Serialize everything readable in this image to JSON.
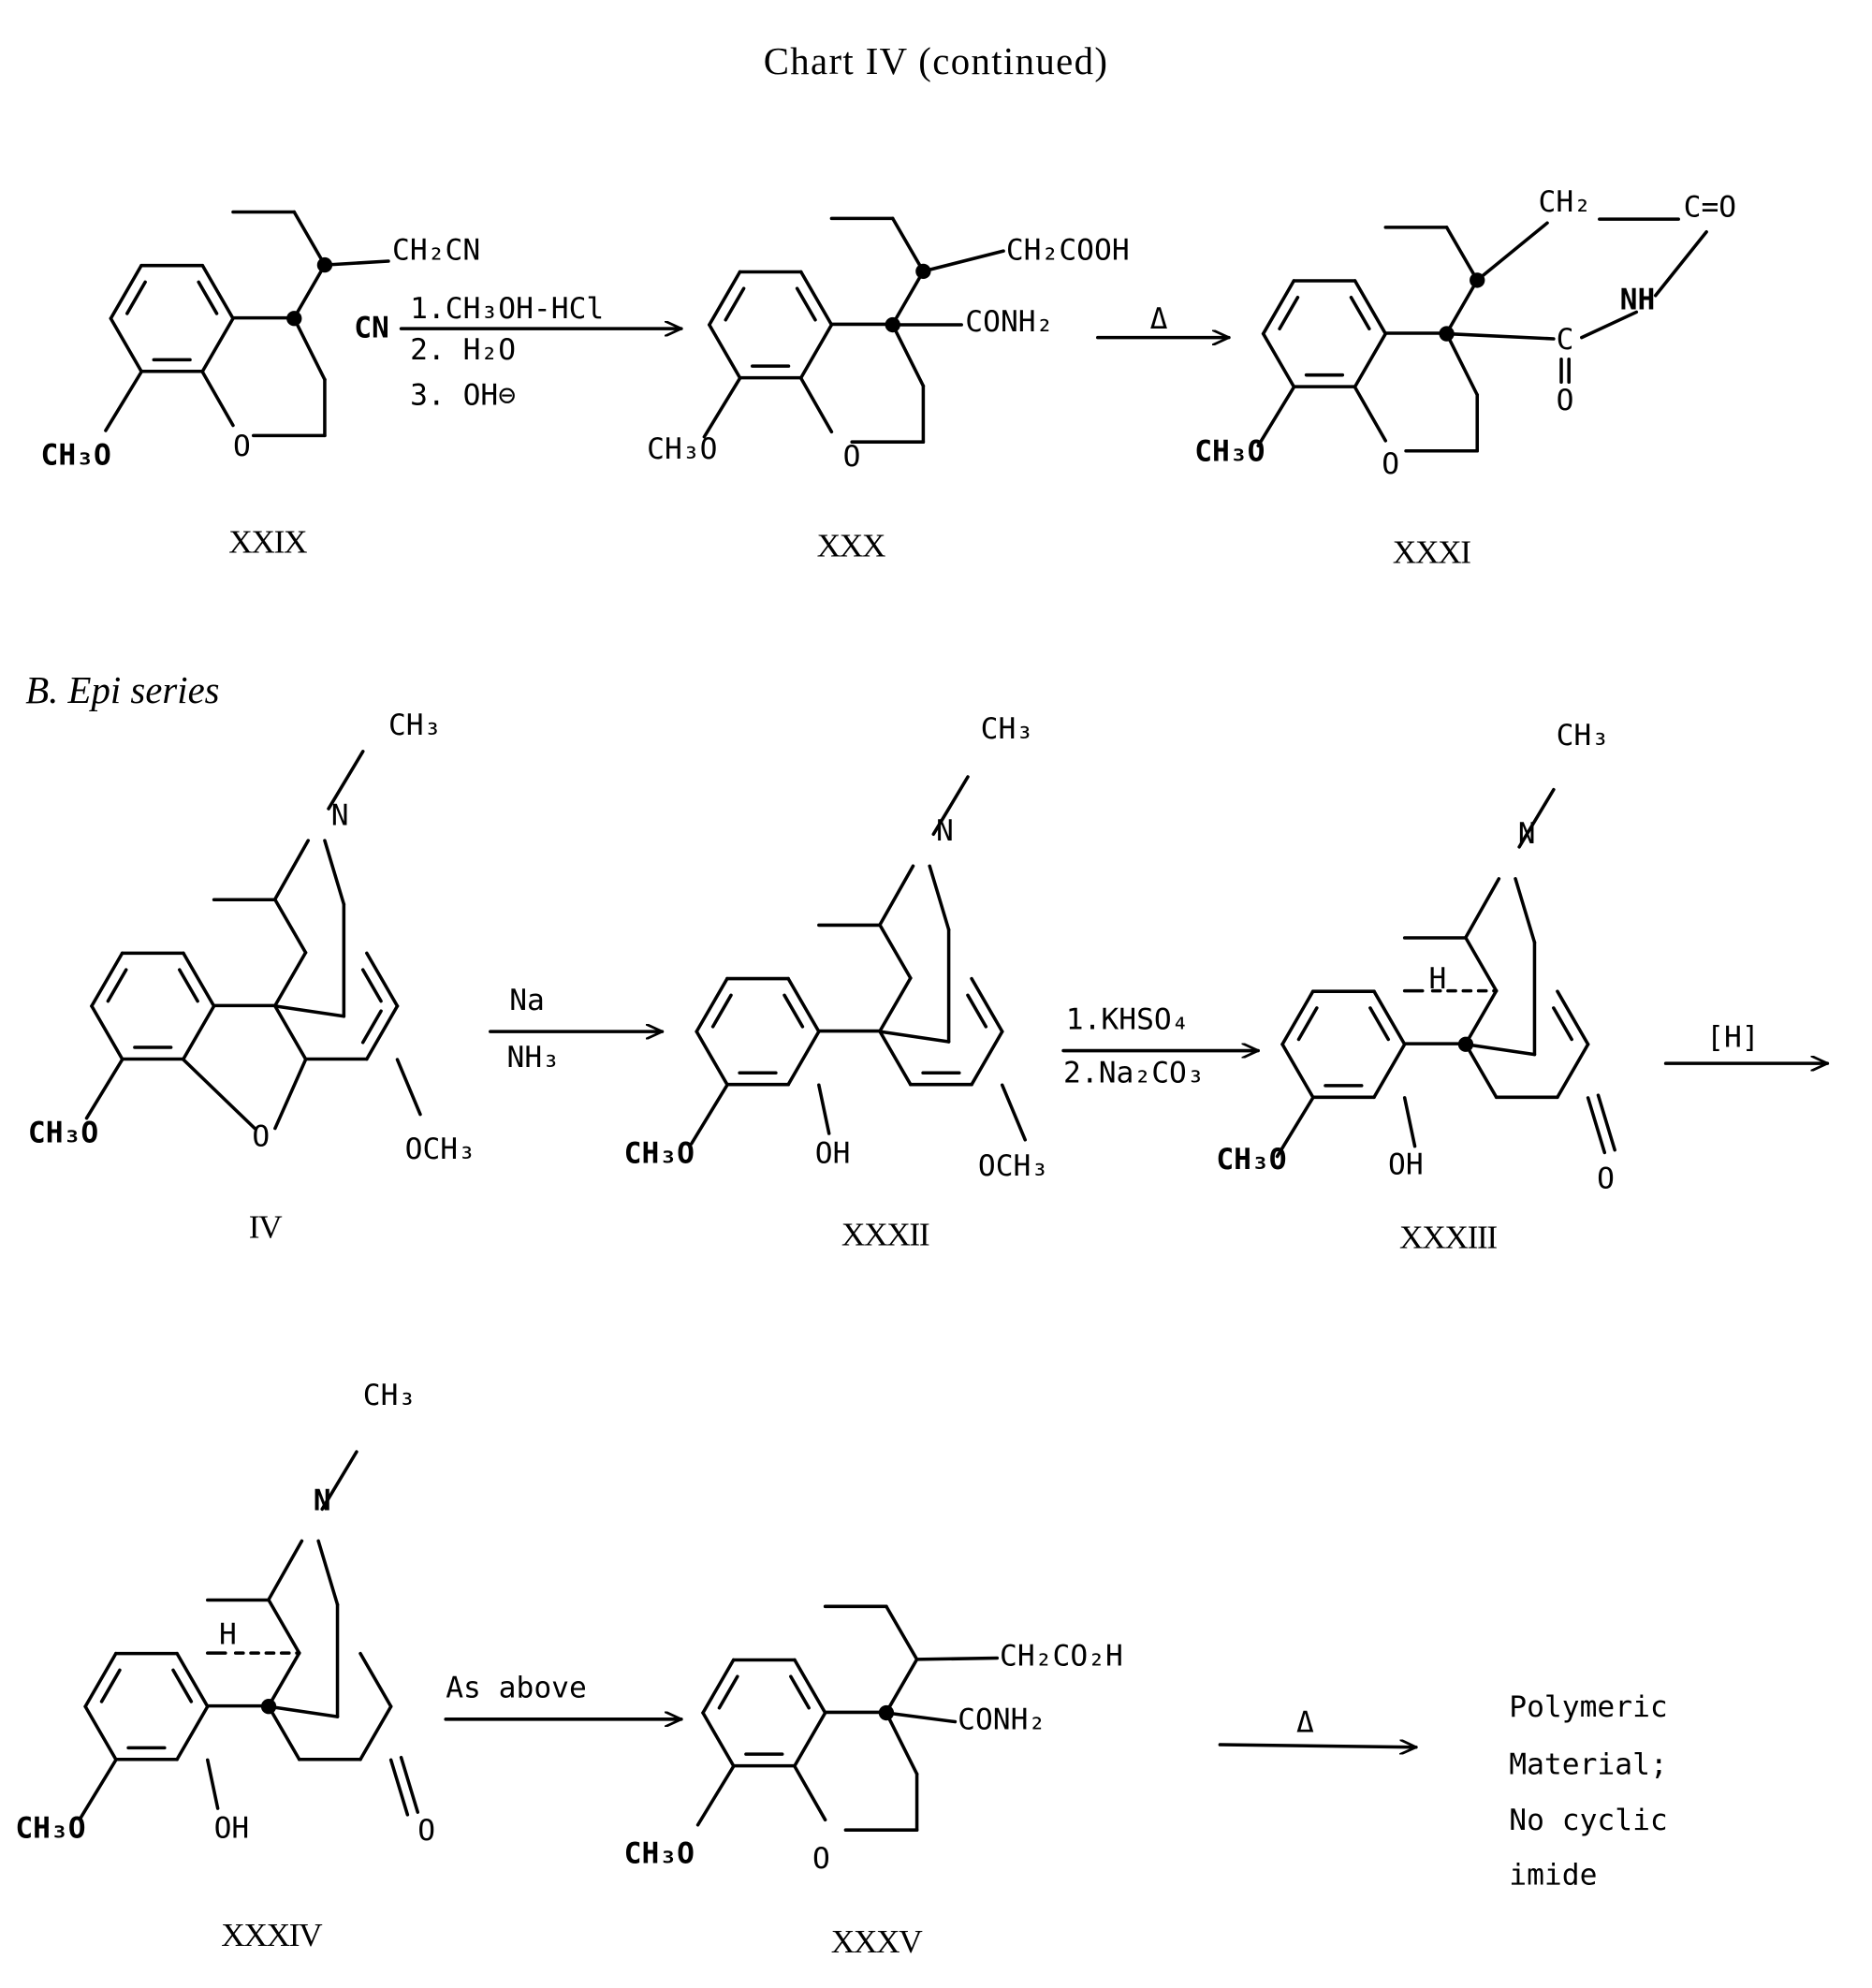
{
  "title": "Chart IV (continued)",
  "section": "B. Epi series",
  "compounds": {
    "xxix": {
      "label": "XXIX",
      "sub1": "CH₂CN",
      "sub2": "CN",
      "ome": "CH₃O",
      "o": "O"
    },
    "xxx": {
      "label": "XXX",
      "sub1": "CH₂COOH",
      "sub2": "CONH₂",
      "ome": "CH₃O",
      "o": "O"
    },
    "xxxi": {
      "label": "XXXI",
      "ch2": "CH₂",
      "co": "C=O",
      "nh": "NH",
      "c": "C",
      "o2": "O",
      "ome": "CH₃O",
      "o": "O"
    },
    "iv": {
      "label": "IV",
      "ch3": "CH₃",
      "n": "N",
      "ome": "CH₃O",
      "o": "O",
      "och3": "OCH₃"
    },
    "xxxii": {
      "label": "XXXII",
      "ch3": "CH₃",
      "n": "N",
      "ome": "CH₃O",
      "oh": "OH",
      "och3": "OCH₃"
    },
    "xxxiii": {
      "label": "XXXIII",
      "ch3": "CH₃",
      "n": "N",
      "h": "H",
      "ome": "CH₃O",
      "oh": "OH",
      "o": "O"
    },
    "xxxiv": {
      "label": "XXXIV",
      "ch3": "CH₃",
      "n": "N",
      "h": "H",
      "ome": "CH₃O",
      "oh": "OH",
      "o": "O"
    },
    "xxxv": {
      "label": "XXXV",
      "sub1": "CH₂CO₂H",
      "sub2": "CONH₂",
      "ome": "CH₃O",
      "o": "O"
    }
  },
  "reagents": {
    "r1": [
      "1.CH₃OH-HCl",
      "2. H₂O",
      "3. OH⊖"
    ],
    "heat1": "Δ",
    "r2": [
      "Na",
      "NH₃"
    ],
    "r3": [
      "1.KHSO₄",
      "2.Na₂CO₃"
    ],
    "r4": "[H]",
    "r5": "As above",
    "heat2": "Δ"
  },
  "result": [
    "Polymeric",
    "Material;",
    "No cyclic",
    "imide"
  ]
}
